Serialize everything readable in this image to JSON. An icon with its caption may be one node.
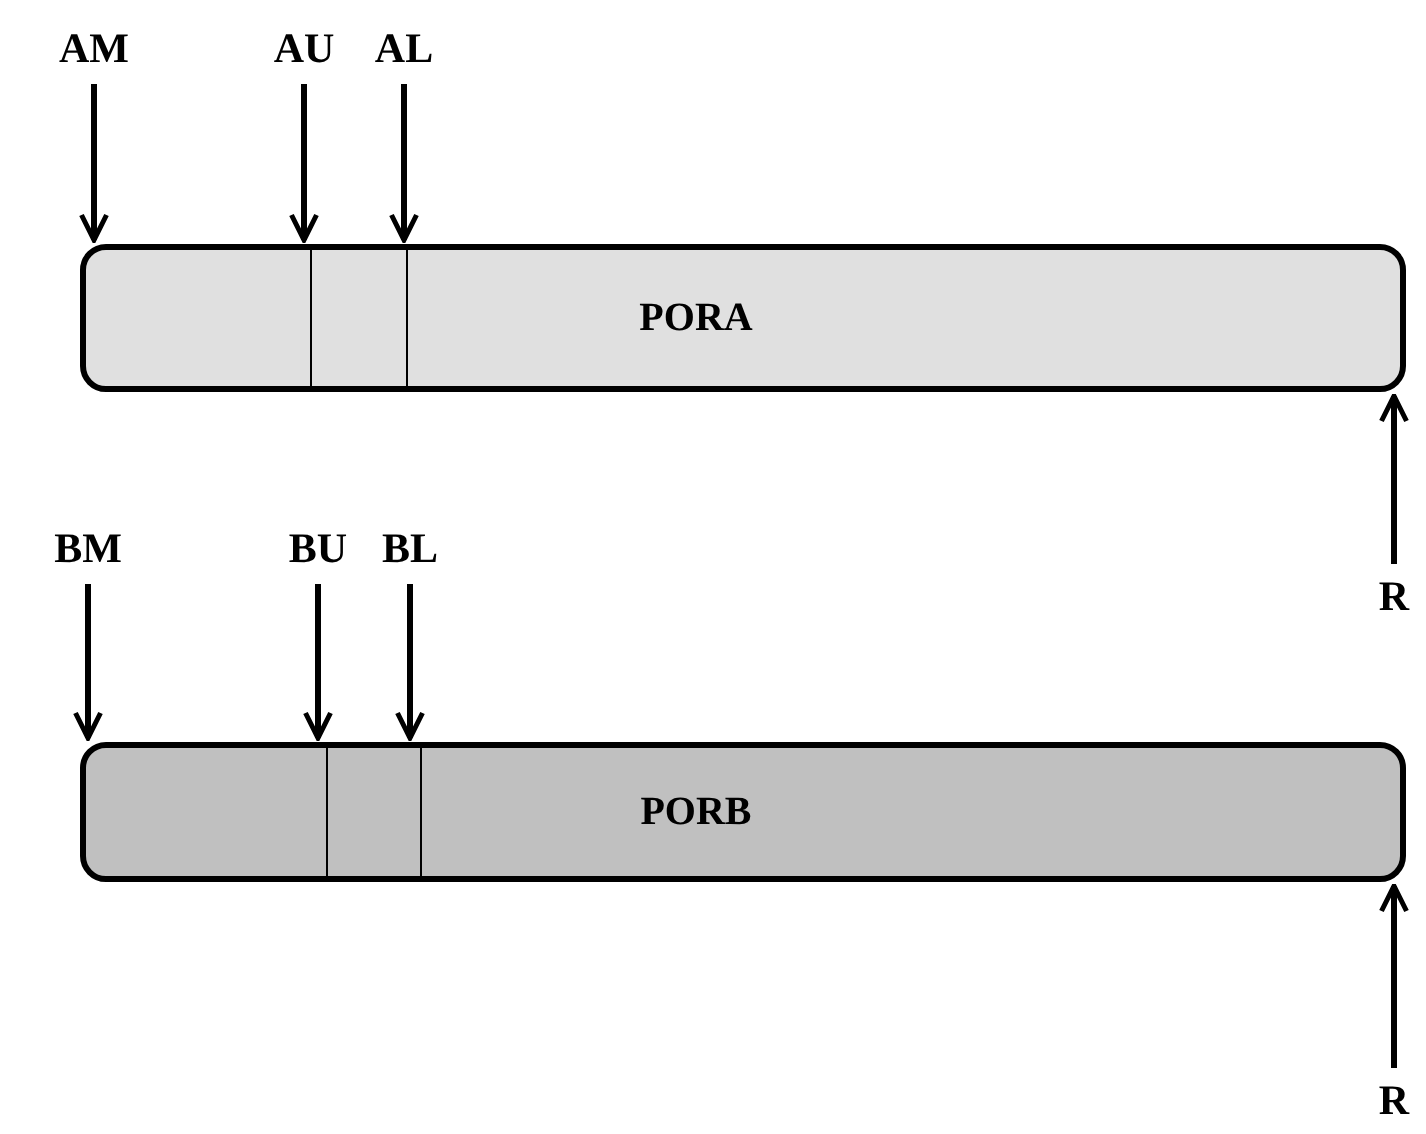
{
  "diagram": {
    "nodes": [
      {
        "text": [
          "AM"
        ]
      },
      {
        "text": [
          "AU"
        ]
      },
      {
        "text": [
          "AL"
        ]
      },
      {
        "text": [
          "PORA"
        ]
      },
      {
        "text": [
          "R"
        ]
      },
      {
        "text": [
          "BM"
        ]
      },
      {
        "text": [
          "BU"
        ]
      },
      {
        "text": [
          "BL"
        ]
      },
      {
        "text": [
          "PORB"
        ]
      },
      {
        "text": [
          "R"
        ]
      }
    ],
    "edges": [
      {
        "from": 0,
        "to": 3,
        "arrow": "to"
      },
      {
        "from": 1,
        "to": 3,
        "arrow": "to"
      },
      {
        "from": 2,
        "to": 3,
        "arrow": "to"
      },
      {
        "from": 4,
        "to": 3,
        "arrow": "to"
      },
      {
        "from": 5,
        "to": 8,
        "arrow": "to"
      },
      {
        "from": 6,
        "to": 8,
        "arrow": "to"
      },
      {
        "from": 7,
        "to": 8,
        "arrow": "to"
      },
      {
        "from": 9,
        "to": 8,
        "arrow": "to"
      }
    ]
  }
}
